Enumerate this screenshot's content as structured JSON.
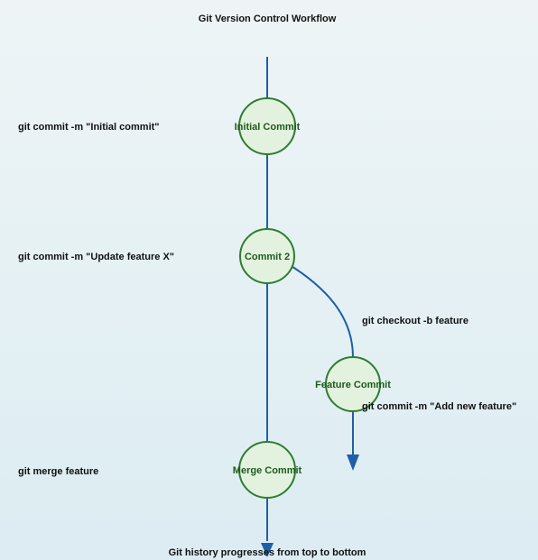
{
  "title": "Git Version Control Workflow",
  "footer": "Git history progresses from top to bottom",
  "nodes": {
    "initial": {
      "label": "Initial Commit"
    },
    "commit2": {
      "label": "Commit 2"
    },
    "feature": {
      "label": "Feature Commit"
    },
    "merge": {
      "label": "Merge Commit"
    }
  },
  "commands": {
    "initial": "git commit -m \"Initial commit\"",
    "update": "git commit -m \"Update feature X\"",
    "checkout": "git checkout -b feature",
    "add_feature": "git commit -m \"Add new feature\"",
    "merge": "git merge feature"
  },
  "colors": {
    "edge": "#1f5fa8",
    "node_fill": "#e3f2de",
    "node_stroke": "#2e7d32",
    "node_text": "#1e5a1e"
  }
}
